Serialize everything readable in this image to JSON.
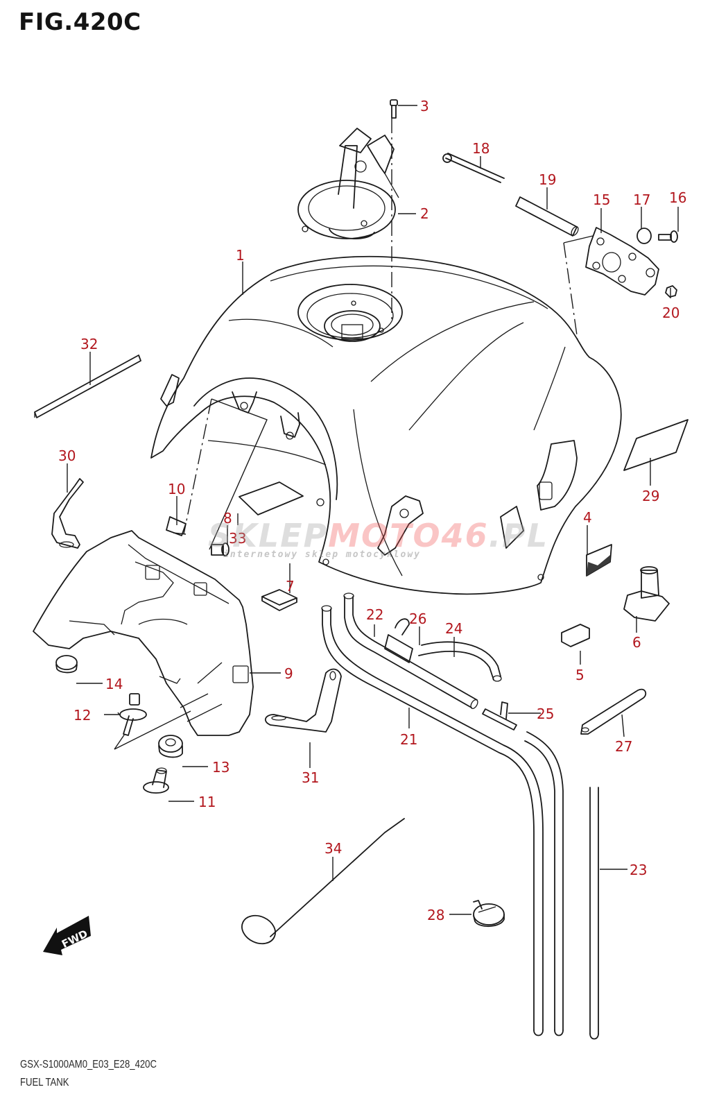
{
  "figure": {
    "title": "FIG.420C",
    "code": "GSX-S1000AM0_E03_E28_420C",
    "name": "FUEL TANK",
    "label_color": "#b2161d"
  },
  "watermark": {
    "brand_gray": "SKLEP",
    "brand_red": "MOTO46",
    "brand_suffix": ".PL",
    "tagline": "internetowy sklep motocyklowy"
  },
  "direction_marker": {
    "label": "FWD",
    "icon": "forward-arrow-icon"
  },
  "callouts": [
    {
      "id": "1",
      "part": "fuel-tank"
    },
    {
      "id": "2",
      "part": "fuel-cap-assembly"
    },
    {
      "id": "3",
      "part": "cap-bolt"
    },
    {
      "id": "4",
      "part": "mesh-pad"
    },
    {
      "id": "5",
      "part": "cushion"
    },
    {
      "id": "6",
      "part": "rubber-cushion"
    },
    {
      "id": "7",
      "part": "pad"
    },
    {
      "id": "8",
      "part": "screw"
    },
    {
      "id": "9",
      "part": "tank-bracket"
    },
    {
      "id": "10",
      "part": "clip-nut"
    },
    {
      "id": "11",
      "part": "collar"
    },
    {
      "id": "12",
      "part": "bolt-with-washer"
    },
    {
      "id": "13",
      "part": "grommet"
    },
    {
      "id": "14",
      "part": "cushion-grommet"
    },
    {
      "id": "15",
      "part": "mounting-bracket"
    },
    {
      "id": "16",
      "part": "bolt"
    },
    {
      "id": "17",
      "part": "damper"
    },
    {
      "id": "18",
      "part": "long-bolt"
    },
    {
      "id": "19",
      "part": "spacer-pipe"
    },
    {
      "id": "20",
      "part": "nut"
    },
    {
      "id": "21",
      "part": "drain-hose"
    },
    {
      "id": "22",
      "part": "breather-hose"
    },
    {
      "id": "23",
      "part": "hose"
    },
    {
      "id": "24",
      "part": "hose-short"
    },
    {
      "id": "25",
      "part": "t-joint"
    },
    {
      "id": "26",
      "part": "hose-clamp-sleeve"
    },
    {
      "id": "27",
      "part": "strap"
    },
    {
      "id": "28",
      "part": "clamp"
    },
    {
      "id": "29",
      "part": "label"
    },
    {
      "id": "30",
      "part": "stay"
    },
    {
      "id": "31",
      "part": "hose-stay"
    },
    {
      "id": "32",
      "part": "cushion-strip"
    },
    {
      "id": "33",
      "part": "sheet"
    },
    {
      "id": "34",
      "part": "tool-hook"
    }
  ]
}
